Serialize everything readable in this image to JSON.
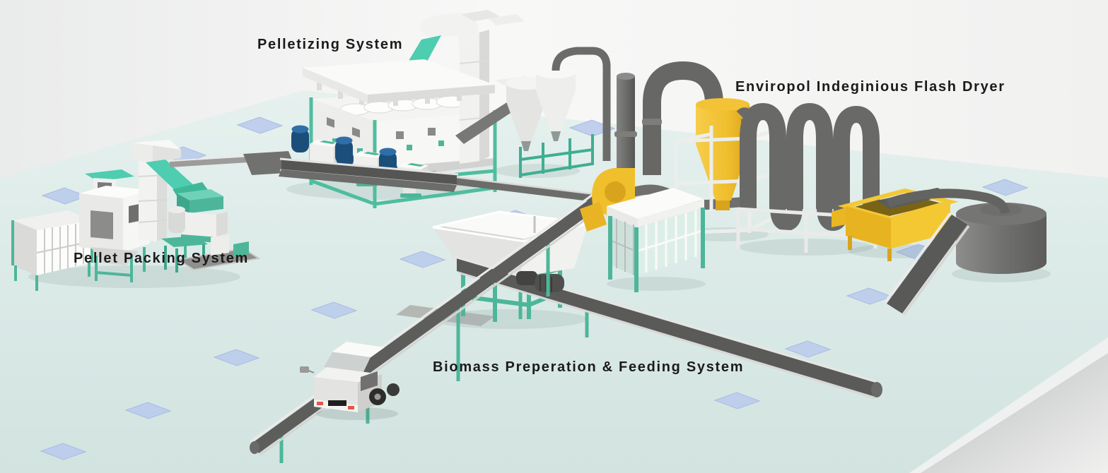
{
  "labels": {
    "pelletizing": {
      "text": "Pelletizing System"
    },
    "flash_dryer": {
      "text": "Enviropol Indeginious Flash Dryer"
    },
    "packing": {
      "text": "Pellet Packing System"
    },
    "biomass": {
      "text": "Biomass Preperation & Feeding System"
    }
  },
  "palette": {
    "teal_accent": "#4dbd9f",
    "teal_light": "#4ecdb0",
    "yellow_equipment": "#f0c02f",
    "pipe_gray": "#6b6b69",
    "machine_white": "#f2f2f0",
    "motor_navy": "#1d5380",
    "floor_mint": "#d9e8e5",
    "tile_blue": "#bccded",
    "label_text": "#1b1b1b"
  },
  "equipment": [
    "pellet-packing-system",
    "pelletizing-system",
    "cyclone-separators",
    "flash-dryer-fan",
    "flash-dryer-cyclone",
    "flash-dryer-u-tubes",
    "cooling-box",
    "furnace-tank",
    "vibrating-screen-box",
    "biomass-hopper",
    "feeding-conveyor",
    "discharge-conveyor",
    "truck"
  ]
}
